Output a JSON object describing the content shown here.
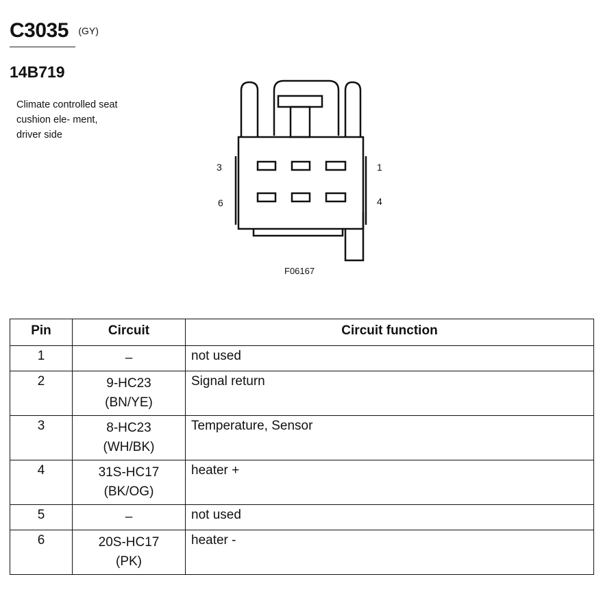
{
  "connector": {
    "id": "C3035",
    "color": "(GY)",
    "part_number": "14B719",
    "description": "Climate controlled seat cushion ele- ment, driver side"
  },
  "figure": {
    "id": "F06167",
    "pin_labels": [
      "3",
      "6",
      "1",
      "4"
    ]
  },
  "table": {
    "headers": [
      "Pin",
      "Circuit",
      "Circuit function"
    ],
    "rows": [
      {
        "pin": "1",
        "circuit": "–",
        "circuit_color": "",
        "function": "not used"
      },
      {
        "pin": "2",
        "circuit": "9-HC23",
        "circuit_color": "(BN/YE)",
        "function": "Signal return"
      },
      {
        "pin": "3",
        "circuit": "8-HC23",
        "circuit_color": "(WH/BK)",
        "function": "Temperature, Sensor"
      },
      {
        "pin": "4",
        "circuit": "31S-HC17",
        "circuit_color": "(BK/OG)",
        "function": "heater +"
      },
      {
        "pin": "5",
        "circuit": "–",
        "circuit_color": "",
        "function": "not used"
      },
      {
        "pin": "6",
        "circuit": "20S-HC17",
        "circuit_color": "(PK)",
        "function": "heater -"
      }
    ]
  }
}
